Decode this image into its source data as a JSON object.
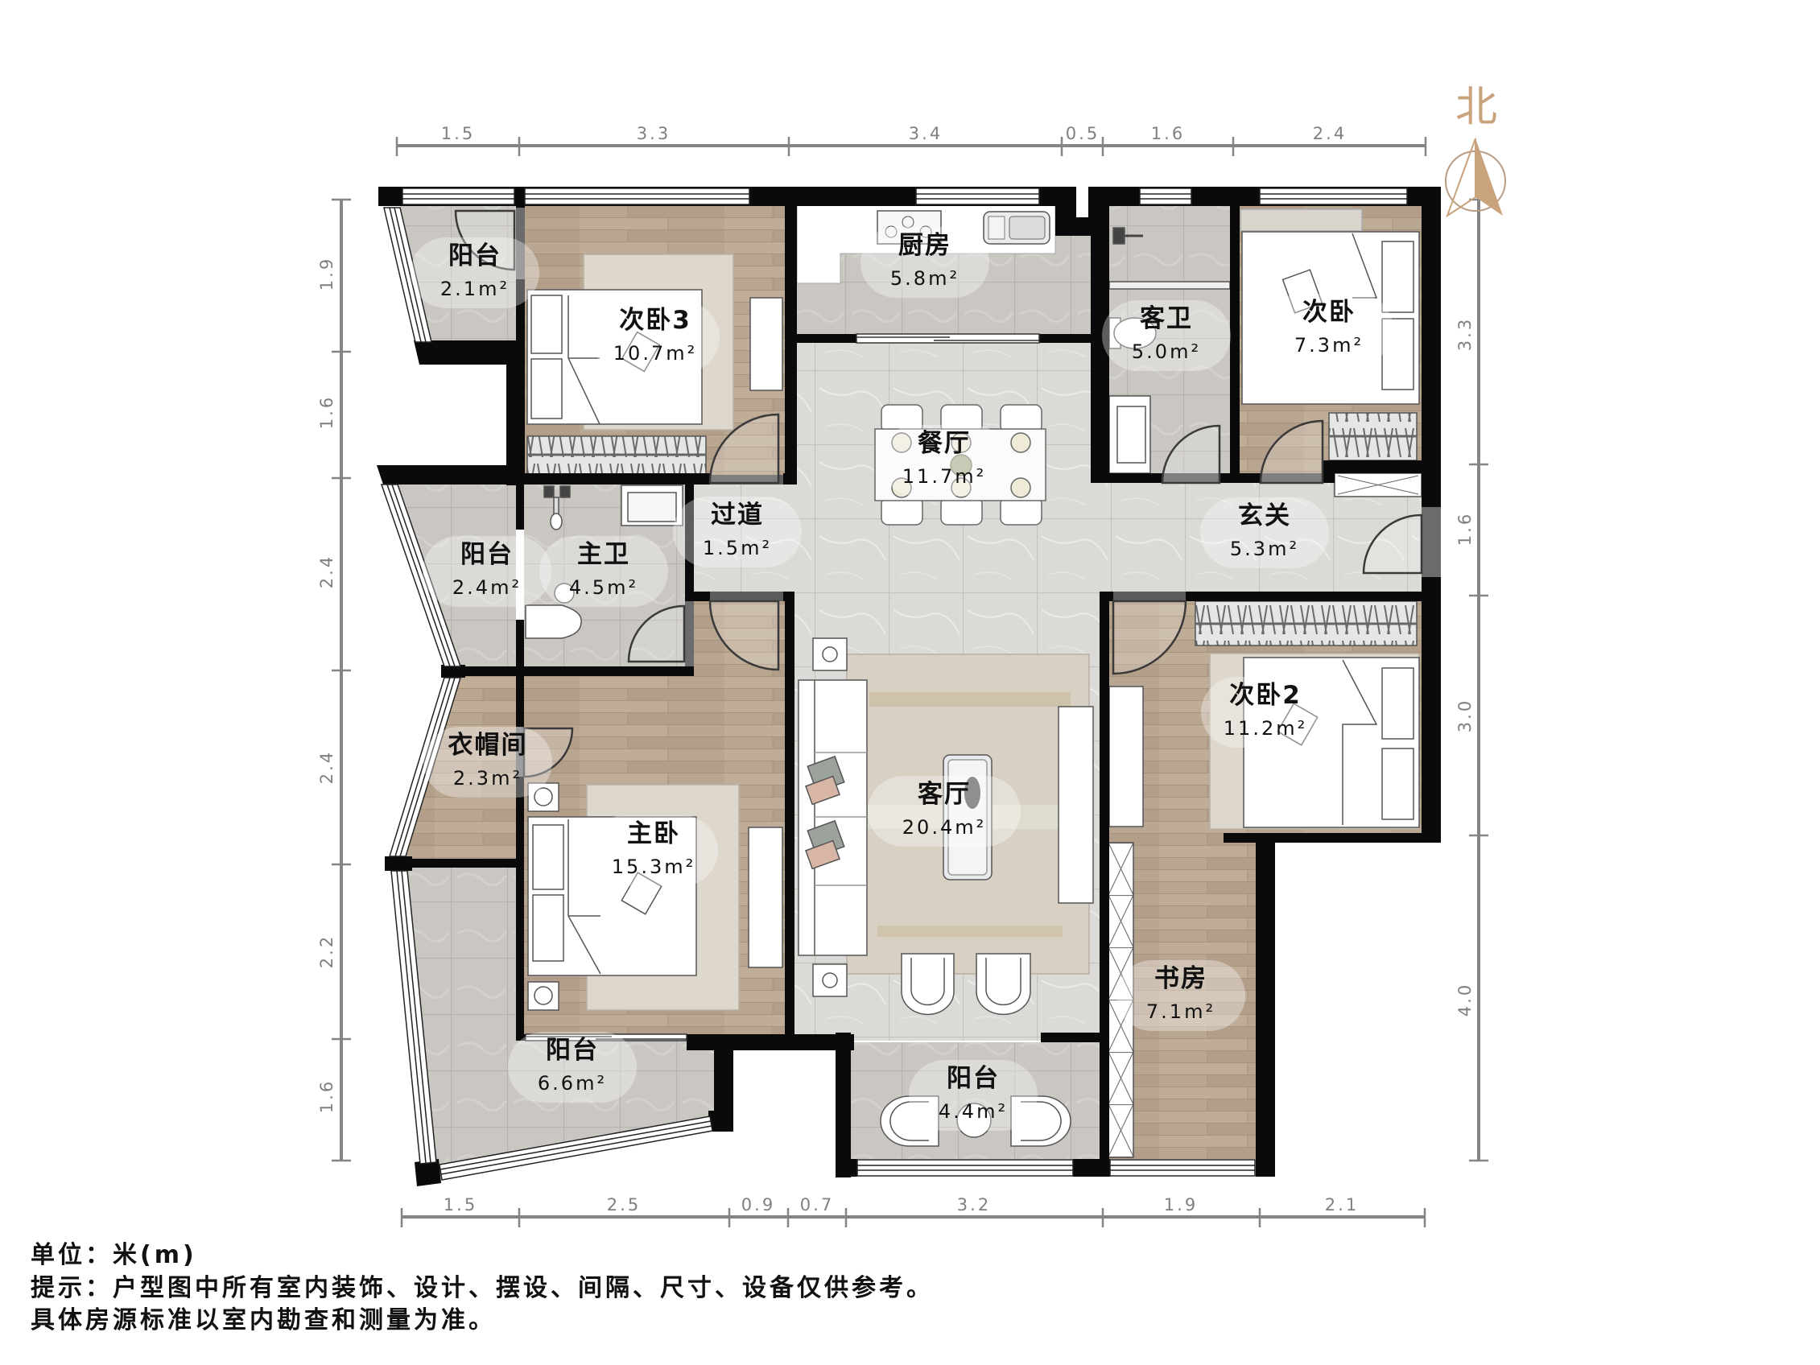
{
  "compass": {
    "label": "北"
  },
  "rooms": [
    {
      "id": "balcony-northwest",
      "name": "阳台",
      "area": "2.1m²"
    },
    {
      "id": "bedroom-3",
      "name": "次卧3",
      "area": "10.7m²"
    },
    {
      "id": "kitchen",
      "name": "厨房",
      "area": "5.8m²"
    },
    {
      "id": "guest-bathroom",
      "name": "客卫",
      "area": "5.0m²"
    },
    {
      "id": "bedroom-northeast",
      "name": "次卧",
      "area": "7.3m²"
    },
    {
      "id": "dining-room",
      "name": "餐厅",
      "area": "11.7m²"
    },
    {
      "id": "corridor",
      "name": "过道",
      "area": "1.5m²"
    },
    {
      "id": "entrance-hall",
      "name": "玄关",
      "area": "5.3m²"
    },
    {
      "id": "balcony-west",
      "name": "阳台",
      "area": "2.4m²"
    },
    {
      "id": "master-bathroom",
      "name": "主卫",
      "area": "4.5m²"
    },
    {
      "id": "cloakroom",
      "name": "衣帽间",
      "area": "2.3m²"
    },
    {
      "id": "master-bedroom",
      "name": "主卧",
      "area": "15.3m²"
    },
    {
      "id": "living-room",
      "name": "客厅",
      "area": "20.4m²"
    },
    {
      "id": "bedroom-2",
      "name": "次卧2",
      "area": "11.2m²"
    },
    {
      "id": "study",
      "name": "书房",
      "area": "7.1m²"
    },
    {
      "id": "balcony-southwest",
      "name": "阳台",
      "area": "6.6m²"
    },
    {
      "id": "balcony-south",
      "name": "阳台",
      "area": "4.4m²"
    }
  ],
  "dimensions": {
    "unit": "m",
    "top": [
      "1.5",
      "3.3",
      "3.4",
      "0.5",
      "1.6",
      "2.4"
    ],
    "bottom": [
      "1.5",
      "2.5",
      "0.9",
      "0.7",
      "3.2",
      "1.9",
      "2.1"
    ],
    "left": [
      "1.9",
      "1.6",
      "2.4",
      "2.4",
      "2.2",
      "1.6"
    ],
    "right": [
      "3.3",
      "1.6",
      "3.0",
      "4.0"
    ]
  },
  "notes": {
    "unit": "单位：米(m)",
    "disclaimer": "提示：户型图中所有室内装饰、设计、摆设、间隔、尺寸、设备仅供参考。",
    "standard": "具体房源标准以室内勘查和测量为准。"
  },
  "colors": {
    "wall": "#0a0a0a",
    "wood_floor": "#b9a690",
    "tile_floor": "#cac7c2",
    "marble_floor": "#dcdad6",
    "dimension_line": "#858585",
    "compass": "#c9a37c"
  }
}
